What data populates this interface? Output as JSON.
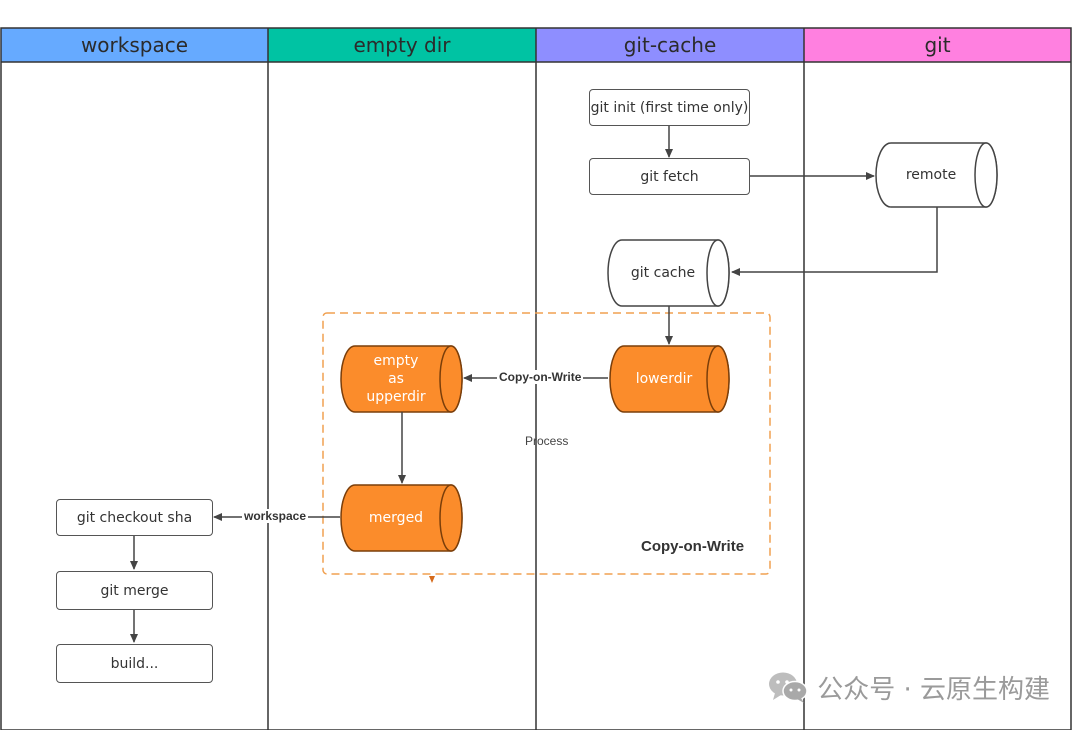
{
  "lanes": [
    {
      "name": "workspace",
      "color": "#66aaff"
    },
    {
      "name": "empty dir",
      "color": "#00c3a3"
    },
    {
      "name": "git-cache",
      "color": "#8e8eff"
    },
    {
      "name": "git",
      "color": "#ff80e0"
    }
  ],
  "nodes": {
    "git_init": "git init (first time only)",
    "git_fetch": "git fetch",
    "remote": "remote",
    "git_cache": "git cache",
    "lowerdir": "lowerdir",
    "upperdir": "empty\nas\nupperdir",
    "merged": "merged",
    "git_checkout": "git checkout sha",
    "git_merge": "git merge",
    "build": "build..."
  },
  "edge_labels": {
    "copy_on_write": "Copy-on-Write",
    "workspace": "workspace"
  },
  "group": {
    "title": "Copy-on-Write",
    "process_label": "Process",
    "border_color": "#f0a050"
  },
  "colors": {
    "orange_fill": "#fb8c2b",
    "orange_stroke": "#7a3e0a",
    "line": "#444444"
  },
  "watermark": {
    "text": "公众号 · 云原生构建",
    "icon": "wechat-icon"
  }
}
